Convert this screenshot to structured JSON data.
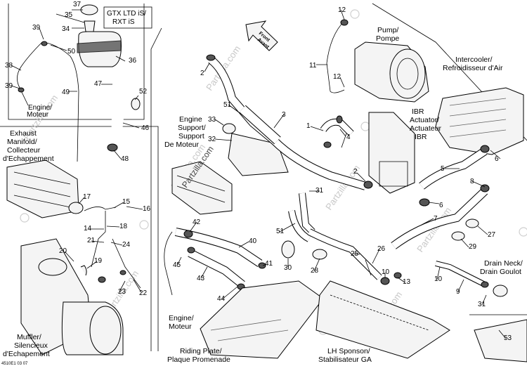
{
  "watermark": "Partzilla.com",
  "footer_code": "4510E1 03 07",
  "labels": {
    "gtx": "GTX LTD iS/",
    "rxt": "RXT iS",
    "pump1": "Pump/",
    "pump2": "Pompe",
    "front1": "Front",
    "front2": "Avant",
    "intercooler1": "Intercooler/",
    "intercooler2": "Refroidisseur d'Air",
    "engine1": "Engine/",
    "engine2": "Moteur",
    "exhaust1": "Exhaust",
    "exhaust2": "Manifold/",
    "exhaust3": "Collecteur",
    "exhaust4": "d'Echappement",
    "support1": "Engine",
    "support2": "Support/",
    "support3": "Support",
    "support4": "De Moteur",
    "ibr1": "IBR",
    "ibr2": "Actuator/",
    "ibr3": "Actuateur",
    "ibr4": "IBR",
    "drain1": "Drain Neck/",
    "drain2": "Drain Goulot",
    "muffler1": "Muffler/",
    "muffler2": "Silencieux",
    "muffler3": "d'Echapement",
    "engine_b1": "Engine/",
    "engine_b2": "Moteur",
    "riding1": "Riding Plate/",
    "riding2": "Plaque Promenade",
    "sponson1": "LH Sponson/",
    "sponson2": "Stabilisateur GA"
  },
  "part_numbers": {
    "p37": "37",
    "p35": "35",
    "p34": "34",
    "p39a": "39",
    "p50": "50",
    "p36": "36",
    "p38": "38",
    "p39b": "39",
    "p49": "49",
    "p47": "47",
    "p52": "52",
    "p46": "46",
    "p48": "48",
    "p12a": "12",
    "p11": "11",
    "p12b": "12",
    "p2a": "2",
    "p33": "33",
    "p51a": "51",
    "p32": "32",
    "p3": "3",
    "p1": "1",
    "p4": "4",
    "p2b": "2",
    "p6a": "6",
    "p5": "5",
    "p6b": "6",
    "p31a": "31",
    "p8": "8",
    "p7": "7",
    "p27": "27",
    "p29": "29",
    "p17": "17",
    "p15": "15",
    "p16": "16",
    "p14": "14",
    "p18": "18",
    "p21": "21",
    "p24": "24",
    "p20": "20",
    "p19": "19",
    "p23": "23",
    "p22": "22",
    "p42": "42",
    "p40": "40",
    "p45": "45",
    "p43": "43",
    "p41": "41",
    "p44": "44",
    "p51b": "51",
    "p30": "30",
    "p28": "28",
    "p25": "25",
    "p26": "26",
    "p10a": "10",
    "p13": "13",
    "p10b": "10",
    "p9": "9",
    "p31b": "31",
    "p53": "53"
  }
}
